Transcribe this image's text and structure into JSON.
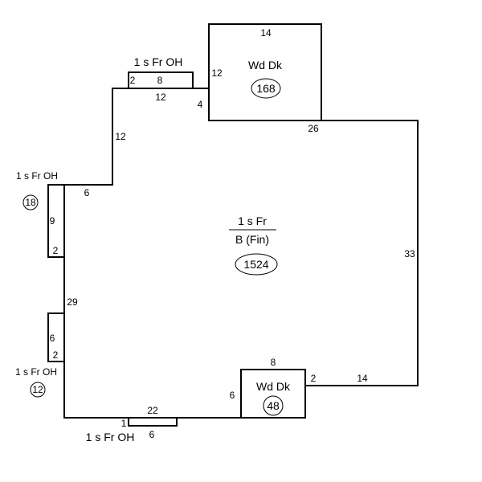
{
  "main_area": {
    "label_top": "1 s Fr",
    "label_bottom": "B (Fin)",
    "area": "1524"
  },
  "main_dims": {
    "d12_top": "12",
    "d4": "4",
    "d26": "26",
    "d12_left": "12",
    "d6_left": "6",
    "d33": "33",
    "d29": "29",
    "d22": "22",
    "d1": "1",
    "d6_dk": "6",
    "d8_dk": "8",
    "d2_dk": "2",
    "d14_right": "14"
  },
  "wd_dk_top": {
    "label": "Wd Dk",
    "area": "168",
    "dim_top": "14",
    "dim_left": "12"
  },
  "wd_dk_bottom": {
    "label": "Wd Dk",
    "area": "48"
  },
  "oh_top": {
    "label": "1 s Fr OH",
    "dim_left": "2",
    "dim_top": "8"
  },
  "oh_left_upper": {
    "label": "1 s Fr OH",
    "area": "18",
    "dim_9": "9",
    "dim_2": "2"
  },
  "oh_left_lower": {
    "label": "1 s Fr OH",
    "area": "12",
    "dim_6": "6",
    "dim_2": "2"
  },
  "oh_bottom": {
    "label": "1 s Fr OH",
    "dim": "6"
  }
}
